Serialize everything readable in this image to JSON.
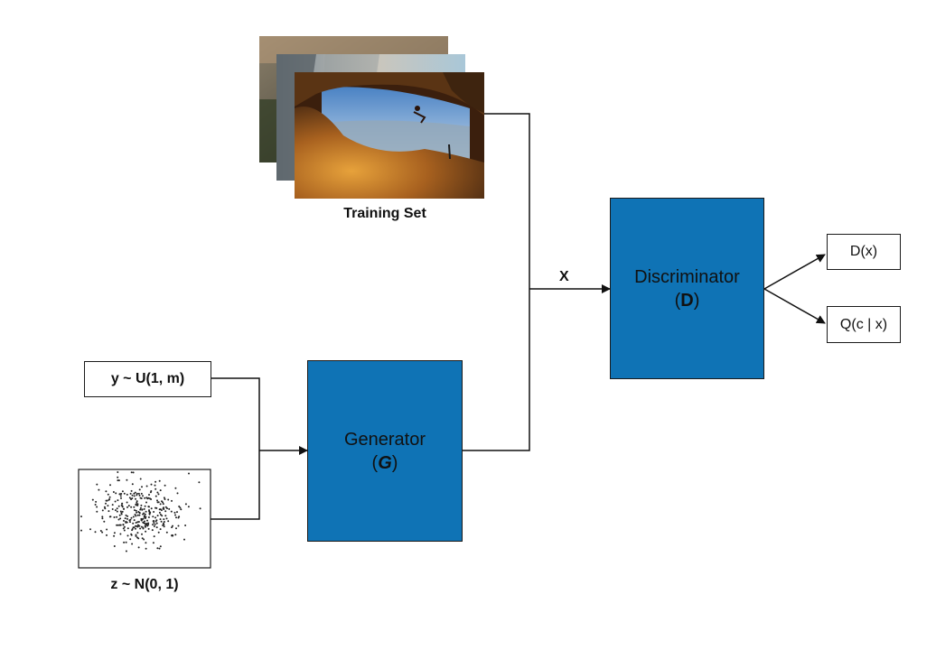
{
  "training_set": {
    "caption": "Training Set",
    "image_count": 3
  },
  "inputs": {
    "latent_code": {
      "label": "y ~ U(1, m)"
    },
    "noise": {
      "label": "z ~ N(0, 1)",
      "point_count": 340
    }
  },
  "generator": {
    "name": "Generator",
    "symbol": "G"
  },
  "discriminator": {
    "name": "Discriminator",
    "symbol": "D"
  },
  "edge_x_label": "X",
  "outputs": {
    "d_output": "D(x)",
    "q_output": "Q(c | x)"
  },
  "colors": {
    "block_fill": "#0f73b5",
    "line": "#111111"
  }
}
